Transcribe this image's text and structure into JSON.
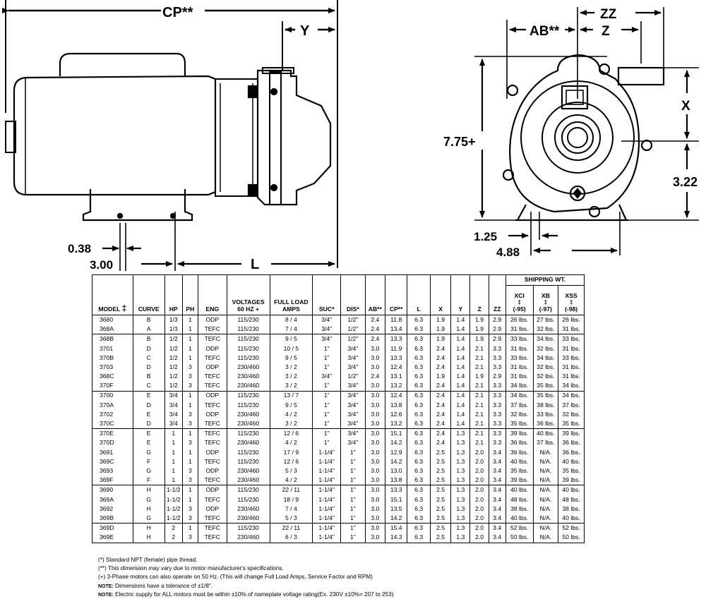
{
  "dimensions": {
    "cp": "CP**",
    "y": "Y",
    "l": "L",
    "d038": "0.38",
    "d300": "3.00",
    "ab": "AB**",
    "zz": "ZZ",
    "z": "Z",
    "x": "X",
    "d775": "7.75+",
    "d322": "3.22",
    "d125": "1.25",
    "d488": "4.88"
  },
  "table": {
    "shipping_header": "SHIPPING WT.",
    "columns": [
      {
        "label": "MODEL",
        "sym": "‡"
      },
      {
        "label": "CURVE"
      },
      {
        "label": "HP"
      },
      {
        "label": "PH"
      },
      {
        "label": "ENG"
      },
      {
        "label": "VOLTAGES",
        "label2": "60 HZ +"
      },
      {
        "label": "FULL LOAD",
        "label2": "AMPS"
      },
      {
        "label": "SUC*"
      },
      {
        "label": "DIS*"
      },
      {
        "label": "AB**"
      },
      {
        "label": "CP**"
      },
      {
        "label": "L"
      },
      {
        "label": "X"
      },
      {
        "label": "Y"
      },
      {
        "label": "Z"
      },
      {
        "label": "ZZ"
      },
      {
        "label": "XCI",
        "sym": "‡",
        "label2": "(-95)"
      },
      {
        "label": "XB",
        "sym": "‡",
        "label2": "(-97)"
      },
      {
        "label": "XSS",
        "sym": "‡",
        "label2": "(-98)"
      }
    ],
    "groups": [
      [
        [
          "3680",
          "B",
          "1/3",
          "1",
          "ODP",
          "115/230",
          "8 / 4",
          "3/4\"",
          "1/2\"",
          "2.4",
          "11.8",
          "6.3",
          "1.9",
          "1.4",
          "1.9",
          "2.9",
          "26 lbs.",
          "27 lbs.",
          "26 lbs."
        ],
        [
          "368A",
          "A",
          "1/3",
          "1",
          "TEFC",
          "115/230",
          "7 / 4",
          "3/4\"",
          "1/2\"",
          "2.4",
          "13.4",
          "6.3",
          "1.9",
          "1.4",
          "1.9",
          "2.9",
          "31 lbs.",
          "32 lbs.",
          "31 lbs."
        ]
      ],
      [
        [
          "368B",
          "B",
          "1/2",
          "1",
          "TEFC",
          "115/230",
          "9 / 5",
          "3/4\"",
          "1/2\"",
          "2.4",
          "13.3",
          "6.3",
          "1.9",
          "1.4",
          "1.9",
          "2.9",
          "33 lbs.",
          "34 lbs.",
          "33 lbs."
        ],
        [
          "3701",
          "D",
          "1/2",
          "1",
          "ODP",
          "115/230",
          "10 / 5",
          "1\"",
          "3/4\"",
          "3.0",
          "11.9",
          "6.3",
          "2.4",
          "1.4",
          "2.1",
          "3.3",
          "31 lbs.",
          "32 lbs.",
          "31 lbs."
        ],
        [
          "370B",
          "C",
          "1/2",
          "1",
          "TEFC",
          "115/230",
          "9 / 5",
          "1\"",
          "3/4\"",
          "3.0",
          "13.3",
          "6.3",
          "2.4",
          "1.4",
          "2.1",
          "3.3",
          "33 lbs.",
          "34 lbs.",
          "33 lbs."
        ],
        [
          "3703",
          "D",
          "1/2",
          "3",
          "ODP",
          "230/460",
          "3 / 2",
          "1\"",
          "3/4\"",
          "3.0",
          "12.4",
          "6.3",
          "2.4",
          "1.4",
          "2.1",
          "3.3",
          "31 lbs.",
          "32 lbs.",
          "31 lbs."
        ],
        [
          "368C",
          "B",
          "1/2",
          "3",
          "TEFC",
          "230/460",
          "3 / 2",
          "3/4\"",
          "1/2\"",
          "2.4",
          "13.1",
          "6.3",
          "1.9",
          "1.4",
          "1.9",
          "2.9",
          "31 lbs.",
          "32 lbs.",
          "31 lbs."
        ],
        [
          "370F",
          "C",
          "1/2",
          "3",
          "TEFC",
          "230/460",
          "3 / 2",
          "1\"",
          "3/4\"",
          "3.0",
          "13.2",
          "6.3",
          "2.4",
          "1.4",
          "2.1",
          "3.3",
          "34 lbs.",
          "35 lbs.",
          "34 lbs."
        ]
      ],
      [
        [
          "3700",
          "E",
          "3/4",
          "1",
          "ODP",
          "115/230",
          "13 / 7",
          "1\"",
          "3/4\"",
          "3.0",
          "12.4",
          "6.3",
          "2.4",
          "1.4",
          "2.1",
          "3.3",
          "34 lbs.",
          "35 lbs.",
          "34 lbs."
        ],
        [
          "370A",
          "D",
          "3/4",
          "1",
          "TEFC",
          "115/230",
          "9 / 5",
          "1\"",
          "3/4\"",
          "3.0",
          "13.8",
          "6.3",
          "2.4",
          "1.4",
          "2.1",
          "3.3",
          "37 lbs.",
          "38 lbs.",
          "37 lbs."
        ],
        [
          "3702",
          "E",
          "3/4",
          "3",
          "ODP",
          "230/460",
          "4 / 2",
          "1\"",
          "3/4\"",
          "3.0",
          "12.6",
          "6.3",
          "2.4",
          "1.4",
          "2.1",
          "3.3",
          "32 lbs.",
          "33 lbs.",
          "32 lbs."
        ],
        [
          "370C",
          "D",
          "3/4",
          "3",
          "TEFC",
          "230/460",
          "3 / 2",
          "1\"",
          "3/4\"",
          "3.0",
          "13.2",
          "6.3",
          "2.4",
          "1.4",
          "2.1",
          "3.3",
          "35 lbs.",
          "36 lbs.",
          "35 lbs."
        ]
      ],
      [
        [
          "370E",
          "E",
          "1",
          "1",
          "TEFC",
          "115/230",
          "12 / 6",
          "1\"",
          "3/4\"",
          "3.0",
          "15.1",
          "6.3",
          "2.4",
          "1.3",
          "2.1",
          "3.3",
          "39 lbs.",
          "40 lbs.",
          "39 lbs."
        ],
        [
          "370D",
          "E",
          "1",
          "3",
          "TEFC",
          "230/460",
          "4 / 2",
          "1\"",
          "3/4\"",
          "3.0",
          "14.2",
          "6.3",
          "2.4",
          "1.3",
          "2.1",
          "3.3",
          "36 lbs.",
          "37 lbs.",
          "36 lbs."
        ],
        [
          "3691",
          "G",
          "1",
          "1",
          "ODP",
          "115/230",
          "17 / 9",
          "1-1/4\"",
          "1\"",
          "3.0",
          "12.9",
          "6.3",
          "2.5",
          "1.3",
          "2.0",
          "3.4",
          "36 lbs.",
          "N/A.",
          "36 lbs."
        ],
        [
          "369C",
          "F",
          "1",
          "1",
          "TEFC",
          "115/230",
          "12 / 6",
          "1-1/4\"",
          "1\"",
          "3.0",
          "14.2",
          "6.3",
          "2.5",
          "1.3",
          "2.0",
          "3.4",
          "40 lbs.",
          "N/A.",
          "40 lbs."
        ],
        [
          "3693",
          "G",
          "1",
          "3",
          "ODP",
          "230/460",
          "5 / 3",
          "1-1/4\"",
          "1\"",
          "3.0",
          "13.0",
          "6.3",
          "2.5",
          "1.3",
          "2.0",
          "3.4",
          "35 lbs.",
          "N/A.",
          "35 lbs."
        ],
        [
          "369F",
          "F",
          "1",
          "3",
          "TEFC",
          "230/460",
          "4 / 2",
          "1-1/4\"",
          "1\"",
          "3.0",
          "13.8",
          "6.3",
          "2.5",
          "1.3",
          "2.0",
          "3.4",
          "39 lbs.",
          "N/A.",
          "39 lbs."
        ]
      ],
      [
        [
          "3690",
          "H",
          "1-1/2",
          "1",
          "ODP",
          "115/230",
          "22 / 11",
          "1-1/4\"",
          "1\"",
          "3.0",
          "13.3",
          "6.3",
          "2.5",
          "1.3",
          "2.0",
          "3.4",
          "40 lbs.",
          "N/A.",
          "40 lbs."
        ],
        [
          "369A",
          "G",
          "1-1/2",
          "1",
          "TEFC",
          "115/230",
          "18 / 9",
          "1-1/4\"",
          "1\"",
          "3.0",
          "15.1",
          "6.3",
          "2.5",
          "1.3",
          "2.0",
          "3.4",
          "48 lbs.",
          "N/A.",
          "48 lbs."
        ],
        [
          "3692",
          "H",
          "1-1/2",
          "3",
          "ODP",
          "230/460",
          "7 / 4",
          "1-1/4\"",
          "1\"",
          "3.0",
          "13.5",
          "6.3",
          "2.5",
          "1.3",
          "2.0",
          "3.4",
          "38 lbs.",
          "N/A.",
          "38 lbs."
        ],
        [
          "369B",
          "G",
          "1-1/2",
          "3",
          "TEFC",
          "230/460",
          "5 / 3",
          "1-1/4\"",
          "1\"",
          "3.0",
          "14.2",
          "6.3",
          "2.5",
          "1.3",
          "2.0",
          "3.4",
          "40 lbs.",
          "N/A.",
          "40 lbs."
        ]
      ],
      [
        [
          "369D",
          "H",
          "2",
          "1",
          "TEFC",
          "115/230",
          "22 / 11",
          "1-1/4\"",
          "1\"",
          "3.0",
          "15.4",
          "6.3",
          "2.5",
          "1.3",
          "2.0",
          "3.4",
          "52 lbs.",
          "N/A.",
          "52 lbs."
        ],
        [
          "369E",
          "H",
          "2",
          "3",
          "TEFC",
          "230/460",
          "6 / 3",
          "1-1/4\"",
          "1\"",
          "3.0",
          "14.3",
          "6.3",
          "2.5",
          "1.3",
          "2.0",
          "3.4",
          "50 lbs.",
          "N/A.",
          "50 lbs."
        ]
      ]
    ]
  },
  "notes": [
    {
      "prefix": "",
      "text": "(*) Standard NPT (female) pipe thread."
    },
    {
      "prefix": "",
      "text": "(**) This dimension may vary due to motor manufacturer's specifications."
    },
    {
      "prefix": "",
      "text": "(+) 3-Phase motors can also operate on 50 Hz. (This will change Full Load Amps, Service Factor and RPM)"
    },
    {
      "prefix": "NOTE:",
      "text": " Dimensions have a tolerance of ±1/8\"."
    },
    {
      "prefix": "NOTE:",
      "text": " Electric supply for ALL motors must be within ±10% of nameplate voltage rating(Ex. 230V ±10%= 207 to 253)"
    }
  ]
}
